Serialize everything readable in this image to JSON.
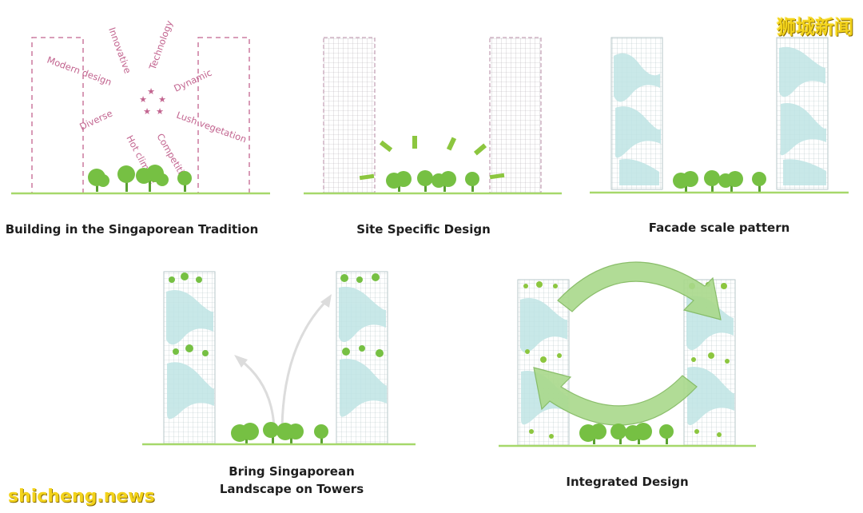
{
  "colors": {
    "accent": "#c2648f",
    "ground": "#a6d86a",
    "tree": "#76c043",
    "grid_line": "#b7b2b8",
    "facade_tint": "#bfe4e4",
    "arrow_fill": "#a9d98b"
  },
  "watermarks": {
    "site_cn": "狮城新闻",
    "site_en": "shicheng.news"
  },
  "panels": {
    "tradition": {
      "caption": "Building in the Singaporean Tradition",
      "emblem": "crescent-and-five-stars-icon",
      "words": [
        "Innovative",
        "Technology",
        "Modern design",
        "Dynamic",
        "Diverse",
        "Lush vegetation",
        "Hot climate",
        "Competitive"
      ]
    },
    "site_specific": {
      "caption": "Site Specific Design"
    },
    "facade": {
      "caption": "Facade scale pattern"
    },
    "landscape": {
      "caption_line1": "Bring Singaporean",
      "caption_line2": "Landscape on Towers"
    },
    "integrated": {
      "caption": "Integrated Design"
    }
  }
}
